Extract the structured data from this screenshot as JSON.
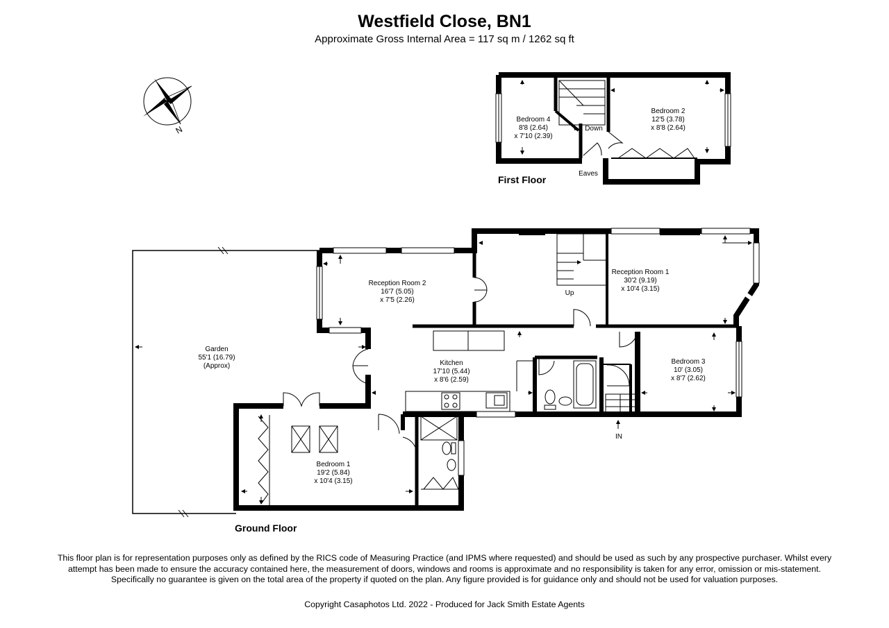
{
  "header": {
    "title": "Westfield Close, BN1",
    "subtitle": "Approximate Gross Internal Area = 117 sq m / 1262 sq ft"
  },
  "compass": {
    "label": "N"
  },
  "floors": {
    "first": "First Floor",
    "ground": "Ground Floor"
  },
  "rooms": {
    "bedroom4": {
      "name": "Bedroom 4",
      "dim1": "8'8 (2.64)",
      "dim2": "x 7'10 (2.39)"
    },
    "bedroom2": {
      "name": "Bedroom 2",
      "dim1": "12'5 (3.78)",
      "dim2": "x 8'8 (2.64)"
    },
    "reception2": {
      "name": "Reception Room 2",
      "dim1": "16'7 (5.05)",
      "dim2": "x 7'5 (2.26)"
    },
    "reception1": {
      "name": "Reception Room 1",
      "dim1": "30'2 (9.19)",
      "dim2": "x 10'4 (3.15)"
    },
    "garden": {
      "name": "Garden",
      "dim1": "55'1 (16.79)",
      "dim2": "(Approx)"
    },
    "kitchen": {
      "name": "Kitchen",
      "dim1": "17'10 (5.44)",
      "dim2": "x 8'6 (2.59)"
    },
    "bedroom3": {
      "name": "Bedroom 3",
      "dim1": "10' (3.05)",
      "dim2": "x 8'7 (2.62)"
    },
    "bedroom1": {
      "name": "Bedroom 1",
      "dim1": "19'2 (5.84)",
      "dim2": "x 10'4 (3.15)"
    }
  },
  "labels": {
    "down": "Down",
    "eaves": "Eaves",
    "up": "Up",
    "entrance": "IN"
  },
  "footer": {
    "disclaimer": "This floor plan is for representation purposes only as defined by the RICS code of Measuring Practice (and IPMS where requested) and should be used as such by any prospective purchaser. Whilst every attempt has been made to ensure the accuracy contained here, the measurement of doors, windows and rooms is approximate and no responsibility is taken for any error, omission or mis-statement. Specifically no guarantee is given on the total area of the property if quoted on the plan. Any figure provided is for guidance only and should not be used for valuation purposes.",
    "copyright": "Copyright Casaphotos Ltd. 2022 - Produced for Jack Smith Estate Agents"
  }
}
